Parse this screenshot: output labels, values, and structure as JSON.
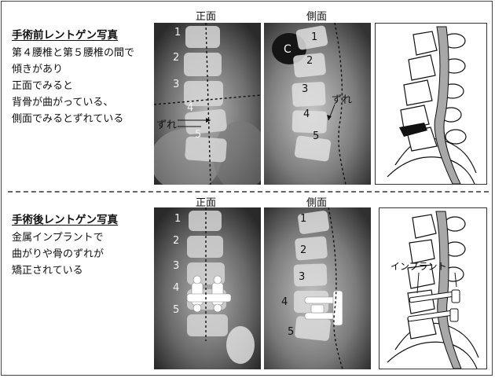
{
  "before": {
    "title": "手術前レントゲン写真",
    "desc": [
      "第４腰椎と第５腰椎の間で",
      "傾きがあり",
      "正面でみると",
      "背骨が曲がっている、",
      "側面でみるとずれている"
    ],
    "front_caption": "正面",
    "side_caption": "側面",
    "front_numbers": [
      "1",
      "2",
      "3",
      "4",
      "5"
    ],
    "side_numbers": [
      "1",
      "2",
      "3",
      "4",
      "5"
    ],
    "front_marker": "ずれ",
    "side_marker": "ずれ",
    "side_c": "C"
  },
  "after": {
    "title": "手術後レントゲン写真",
    "desc": [
      "金属インプラントで",
      "曲がりや骨のずれが",
      "矯正されている"
    ],
    "front_caption": "正面",
    "side_caption": "側面",
    "front_numbers": [
      "1",
      "2",
      "3",
      "4",
      "5"
    ],
    "side_numbers": [
      "1",
      "2",
      "3",
      "4",
      "5"
    ],
    "implant_label": "インプラント"
  }
}
